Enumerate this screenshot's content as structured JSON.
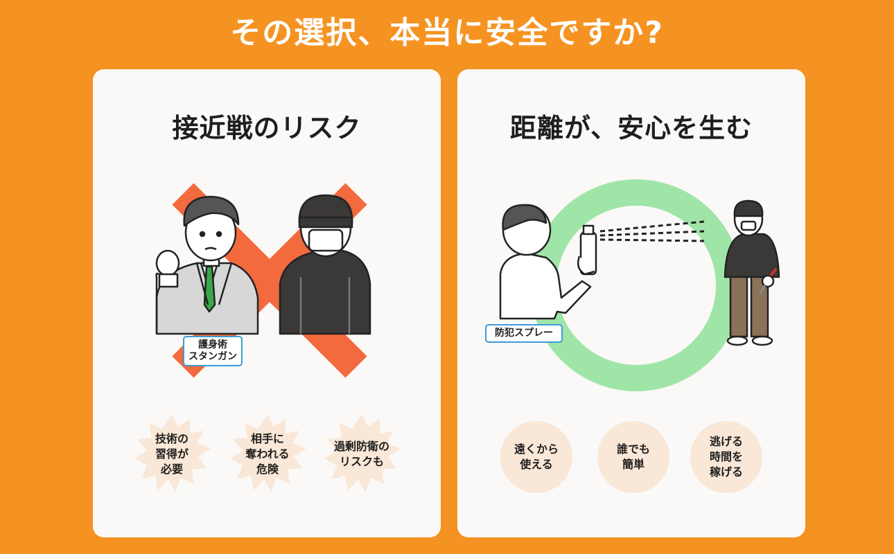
{
  "title": "その選択、本当に安全ですか?",
  "left_card": {
    "heading": "接近戦のリスク",
    "tag_line1": "護身術",
    "tag_line2": "スタンガン",
    "risks": [
      {
        "line1": "技術の",
        "line2": "習得が",
        "line3": "必要"
      },
      {
        "line1": "相手に",
        "line2": "奪われる",
        "line3": "危険"
      },
      {
        "line1": "過剰防衛の",
        "line2": "リスクも",
        "line3": ""
      }
    ]
  },
  "right_card": {
    "heading": "距離が、安心を生む",
    "tag": "防犯スプレー",
    "benefits": [
      {
        "line1": "遠くから",
        "line2": "使える",
        "line3": ""
      },
      {
        "line1": "誰でも",
        "line2": "簡単",
        "line3": ""
      },
      {
        "line1": "逃げる",
        "line2": "時間を",
        "line3": "稼げる"
      }
    ]
  },
  "colors": {
    "background": "#f59322",
    "card": "#fbf9f7",
    "cross": "#f26a3d",
    "ring": "#9fe5a8",
    "tag_border": "#3d9ad8",
    "badge": "#f9e7d7"
  },
  "icons": [
    "cross-mark",
    "businessman",
    "masked-attacker",
    "distance-ring",
    "spray-user",
    "spray-mist",
    "attacker-with-knife"
  ]
}
